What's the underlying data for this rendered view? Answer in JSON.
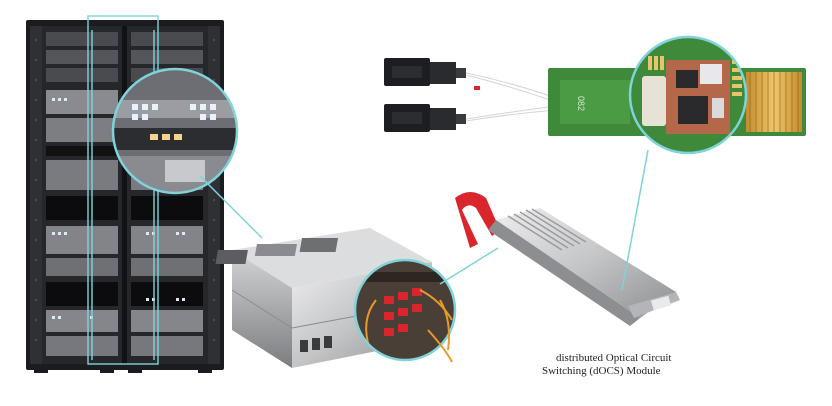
{
  "caption": {
    "line1": "distributed Optical Circuit",
    "line2": "Switching (dOCS) Module"
  },
  "chip_label": "082",
  "colors": {
    "rack_frame": "#1b1c1f",
    "zoom_ring": "#7fd3d9",
    "pcb_green": "#3f8a3a",
    "gold_fingers": "#d9a54a",
    "pull_tab": "#d8262c",
    "fiber_orange": "#e79a2a",
    "chassis_silver": "#c9cacc"
  },
  "icons": [
    "server-rack",
    "magnifier-circle",
    "optical-transceiver",
    "pcb-module",
    "fiber-connector",
    "server-chassis"
  ]
}
